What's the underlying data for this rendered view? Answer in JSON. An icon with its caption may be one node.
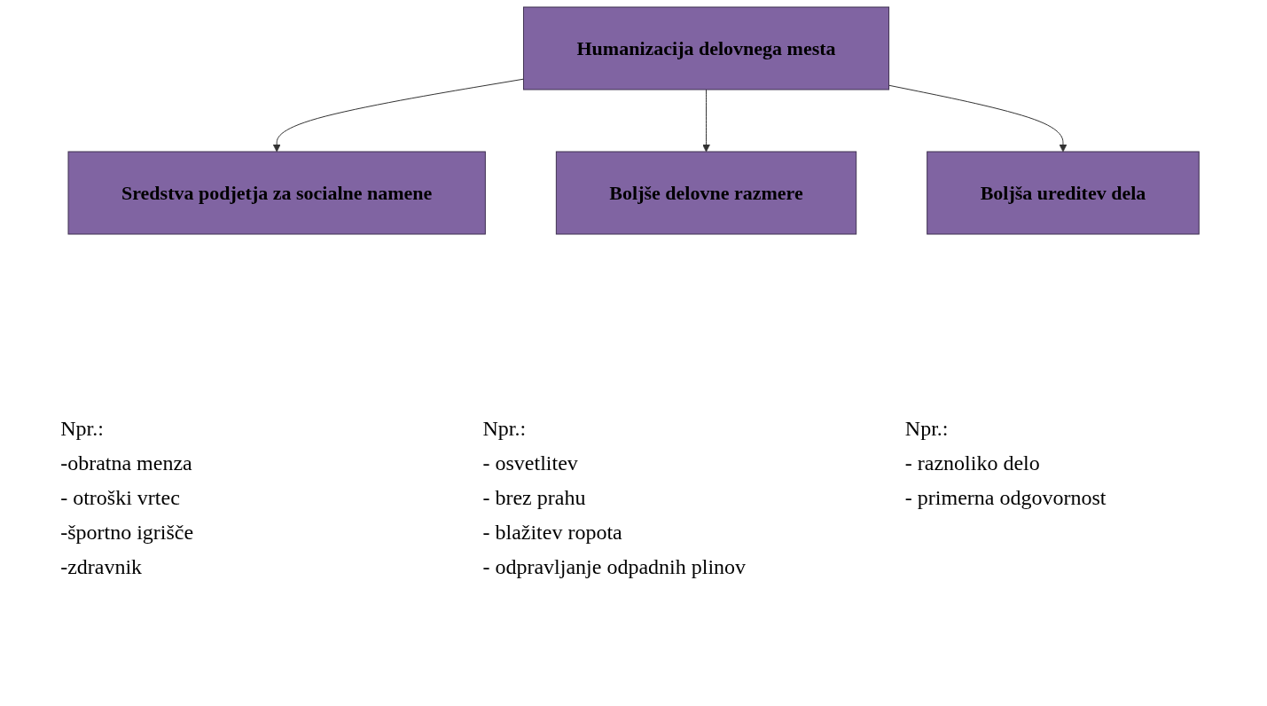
{
  "diagram": {
    "nodes": [
      {
        "text": [
          "Humanizacija delovnega mesta"
        ]
      },
      {
        "text": [
          "Sredstva podjetja za socialne namene"
        ],
        "beside": [
          "Npr.:",
          "-obratna menza",
          "- otroški vrtec",
          "-športno igrišče",
          "-zdravnik"
        ]
      },
      {
        "text": [
          "Boljše delovne razmere"
        ],
        "beside": [
          "Npr.:",
          "- osvetlitev",
          "- brez prahu",
          "- blažitev ropota",
          "- odpravljanje odpadnih plinov"
        ]
      },
      {
        "text": [
          "Boljša ureditev dela"
        ],
        "beside": [
          "Npr.:",
          "- raznoliko delo",
          "- primerna odgovornost"
        ]
      }
    ],
    "edges": [
      {
        "from": 0,
        "to": 1,
        "arrow": "to"
      },
      {
        "from": 0,
        "to": 2,
        "arrow": "to"
      },
      {
        "from": 0,
        "to": 3,
        "arrow": "to"
      }
    ]
  }
}
